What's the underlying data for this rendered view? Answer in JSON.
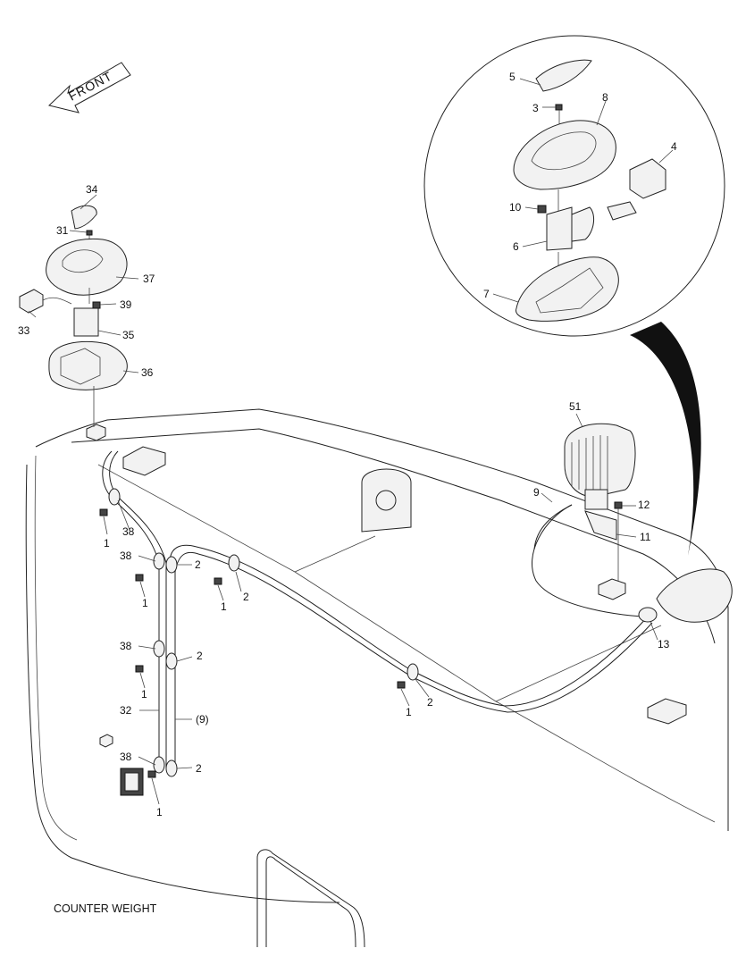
{
  "diagram": {
    "direction_label": "FRONT",
    "caption": "COUNTER WEIGHT",
    "callouts": [
      {
        "id": "c1a",
        "text": "1"
      },
      {
        "id": "c1b",
        "text": "1"
      },
      {
        "id": "c1c",
        "text": "1"
      },
      {
        "id": "c1d",
        "text": "1"
      },
      {
        "id": "c1e",
        "text": "1"
      },
      {
        "id": "c1f",
        "text": "1"
      },
      {
        "id": "c2a",
        "text": "2"
      },
      {
        "id": "c2b",
        "text": "2"
      },
      {
        "id": "c2c",
        "text": "2"
      },
      {
        "id": "c2d",
        "text": "2"
      },
      {
        "id": "c2e",
        "text": "2"
      },
      {
        "id": "c3",
        "text": "3"
      },
      {
        "id": "c4",
        "text": "4"
      },
      {
        "id": "c5",
        "text": "5"
      },
      {
        "id": "c6",
        "text": "6"
      },
      {
        "id": "c7",
        "text": "7"
      },
      {
        "id": "c8",
        "text": "8"
      },
      {
        "id": "c9a",
        "text": "9"
      },
      {
        "id": "c9b",
        "text": "(9)"
      },
      {
        "id": "c10",
        "text": "10"
      },
      {
        "id": "c11",
        "text": "11"
      },
      {
        "id": "c12",
        "text": "12"
      },
      {
        "id": "c13",
        "text": "13"
      },
      {
        "id": "c31",
        "text": "31"
      },
      {
        "id": "c32",
        "text": "32"
      },
      {
        "id": "c33",
        "text": "33"
      },
      {
        "id": "c34",
        "text": "34"
      },
      {
        "id": "c35",
        "text": "35"
      },
      {
        "id": "c36",
        "text": "36"
      },
      {
        "id": "c37",
        "text": "37"
      },
      {
        "id": "c38a",
        "text": "38"
      },
      {
        "id": "c38b",
        "text": "38"
      },
      {
        "id": "c38c",
        "text": "38"
      },
      {
        "id": "c38d",
        "text": "38"
      },
      {
        "id": "c39",
        "text": "39"
      },
      {
        "id": "c51",
        "text": "51"
      }
    ]
  }
}
